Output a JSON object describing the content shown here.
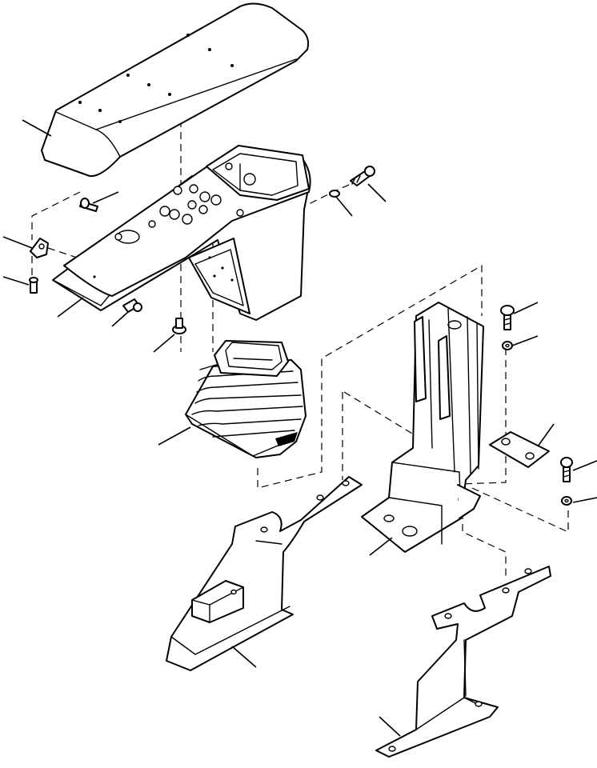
{
  "diagram": {
    "type": "exploded-parts-view",
    "parts": [
      {
        "id": "armrest-cushion"
      },
      {
        "id": "console-housing"
      },
      {
        "id": "dust-boot"
      },
      {
        "id": "left-mounting-bracket"
      },
      {
        "id": "right-mounting-bracket"
      },
      {
        "id": "center-support-bracket"
      },
      {
        "id": "spacer-plate"
      },
      {
        "id": "bolts"
      },
      {
        "id": "washers"
      },
      {
        "id": "clip"
      }
    ],
    "callouts_count": 17,
    "line_color": "#000000",
    "background": "#ffffff"
  }
}
